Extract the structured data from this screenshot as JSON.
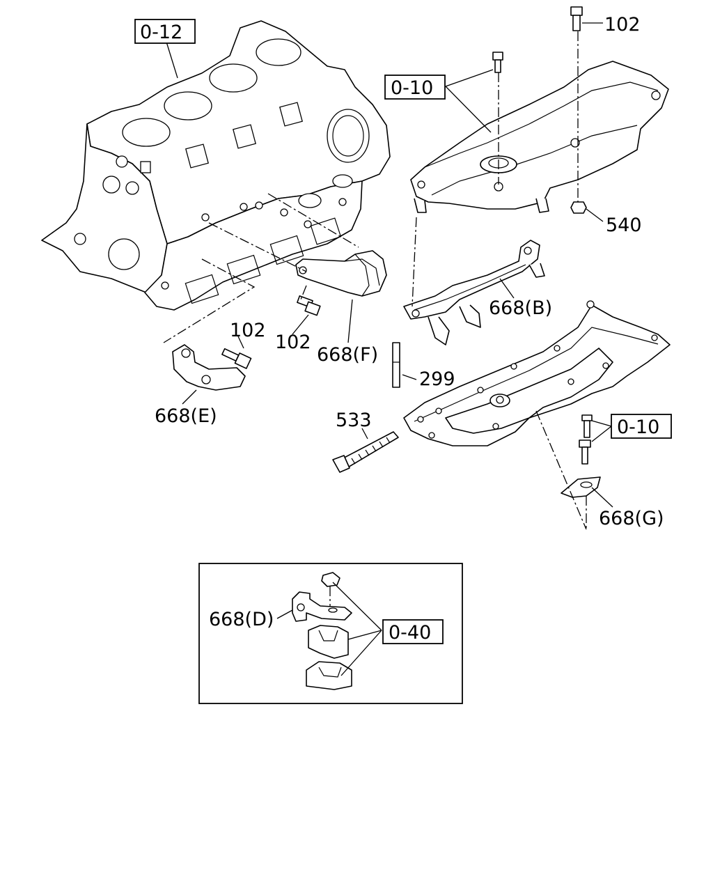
{
  "labels": {
    "ref_block": "0-12",
    "ref_cover_upper": "0-10",
    "ref_pan_bolts": "0-10",
    "ref_inset": "0-40",
    "p102_top": "102",
    "p540": "540",
    "p668b": "668(B)",
    "p102_mid_left": "102",
    "p102_mid": "102",
    "p668f": "668(F)",
    "p299": "299",
    "p668e": "668(E)",
    "p533": "533",
    "p668g": "668(G)",
    "p668d": "668(D)"
  }
}
